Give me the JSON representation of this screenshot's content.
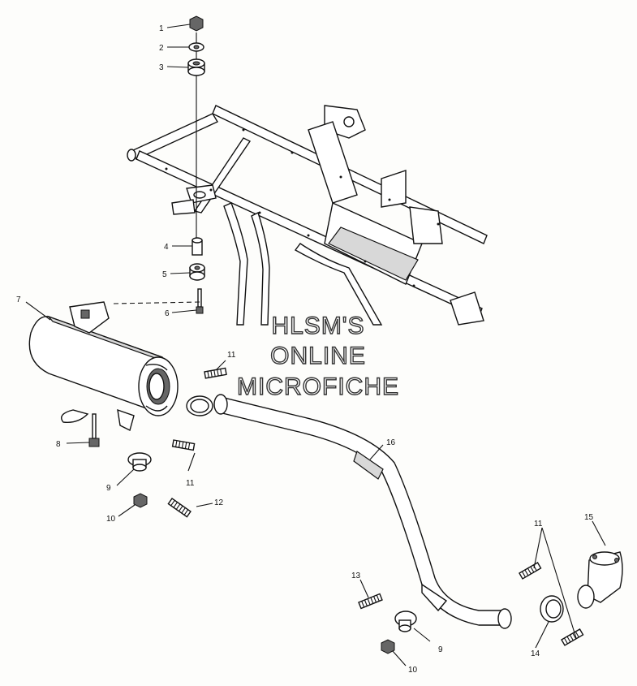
{
  "callouts": [
    "1",
    "2",
    "3",
    "4",
    "5",
    "6",
    "7",
    "8",
    "9",
    "10",
    "11",
    "12",
    "13",
    "14",
    "15",
    "16"
  ],
  "watermark": [
    "HLSM'S",
    "ONLINE",
    "MICROFICHE"
  ]
}
